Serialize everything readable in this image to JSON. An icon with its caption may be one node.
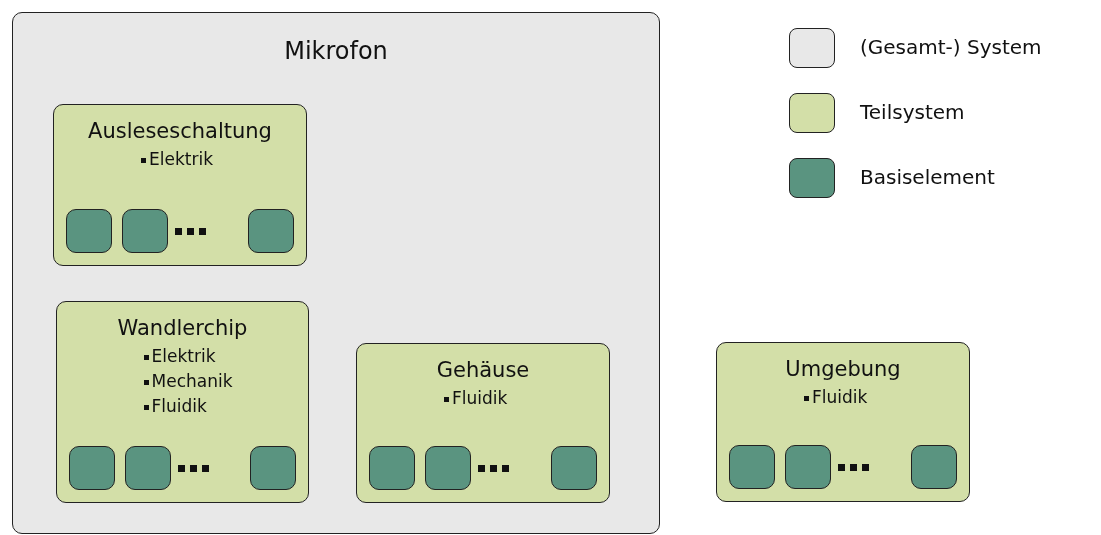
{
  "diagram": {
    "nodes": [
      {
        "text": [
          "Mikrofon"
        ]
      },
      {
        "text": [
          "Ausleseschaltung",
          "Elektrik"
        ],
        "in": 0
      },
      {
        "text": [],
        "shape": "box",
        "in": 1
      },
      {
        "text": [],
        "shape": "box",
        "in": 1
      },
      {
        "text": [],
        "shape": "box",
        "in": 1
      },
      {
        "text": [
          "Wandlerchip",
          "Elektrik",
          "Mechanik",
          "Fluidik"
        ],
        "in": 0
      },
      {
        "text": [],
        "shape": "box",
        "in": 5
      },
      {
        "text": [],
        "shape": "box",
        "in": 5
      },
      {
        "text": [],
        "shape": "box",
        "in": 5
      },
      {
        "text": [
          "Gehäuse",
          "Fluidik"
        ],
        "in": 0
      },
      {
        "text": [],
        "shape": "box",
        "in": 9
      },
      {
        "text": [],
        "shape": "box",
        "in": 9
      },
      {
        "text": [],
        "shape": "box",
        "in": 9
      },
      {
        "text": [
          "Umgebung",
          "Fluidik"
        ]
      },
      {
        "text": [],
        "shape": "box",
        "in": 13
      },
      {
        "text": [],
        "shape": "box",
        "in": 13
      },
      {
        "text": [],
        "shape": "box",
        "in": 13
      }
    ],
    "edges": [],
    "legend": [
      {
        "text": "(Gesamt-) System",
        "color": "#e8e8e8"
      },
      {
        "text": "Teilsystem",
        "color": "#d3dfa8"
      },
      {
        "text": "Basiselement",
        "color": "#5a9480"
      }
    ]
  }
}
